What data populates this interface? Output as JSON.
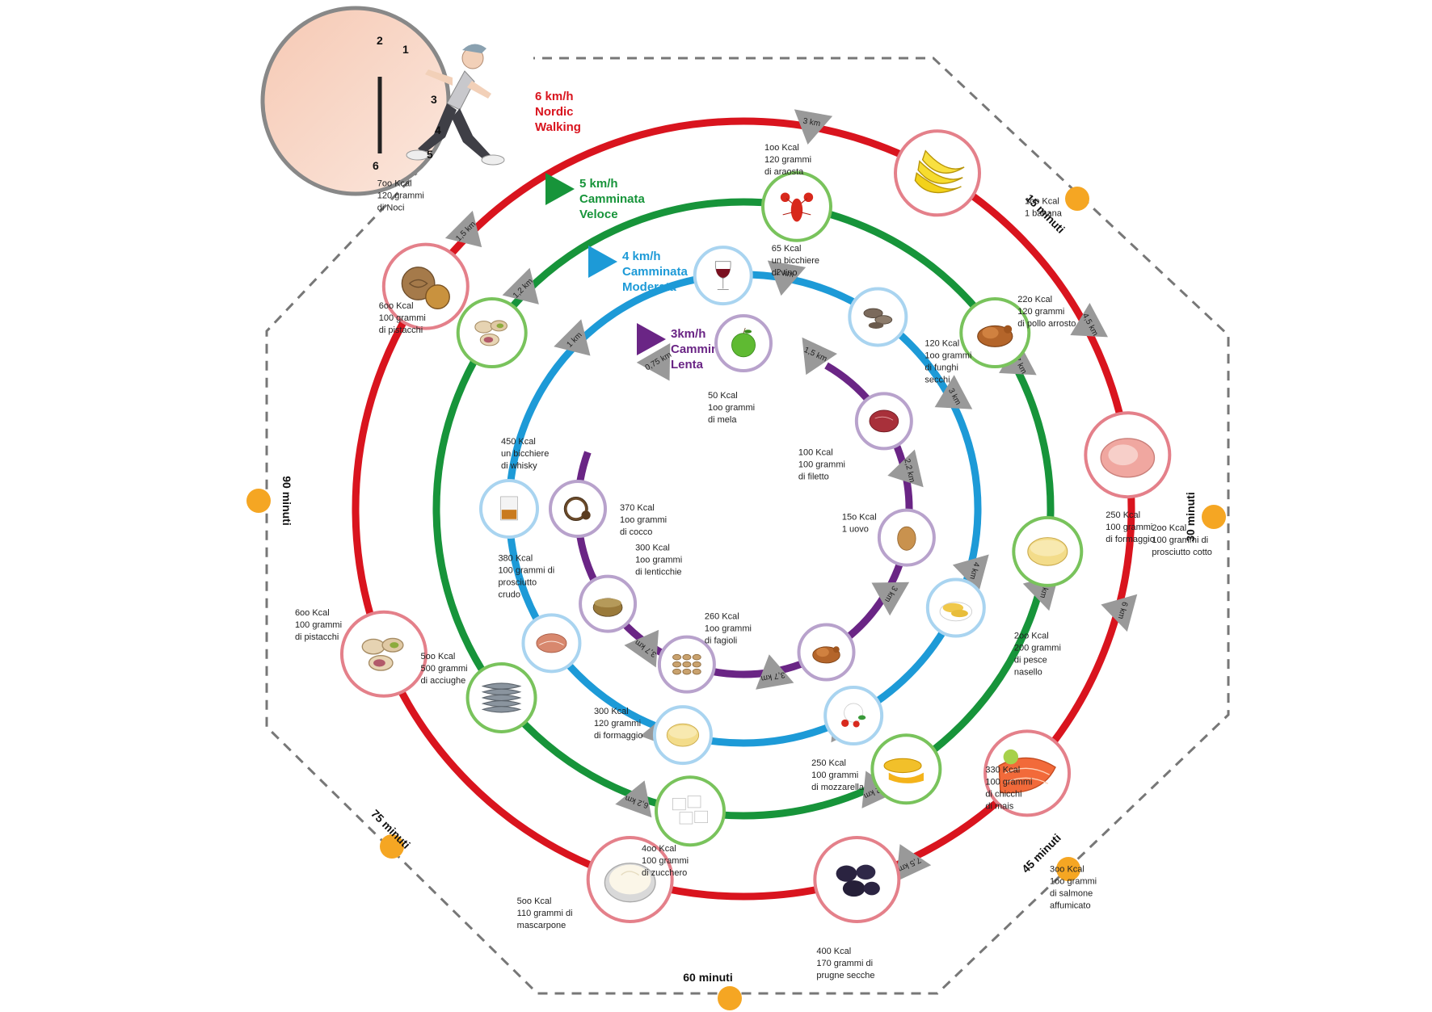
{
  "speeds": [
    {
      "lines": [
        "6 km/h",
        "Nordic",
        "Walking"
      ],
      "color": "#d9141e"
    },
    {
      "lines": [
        "5 km/h",
        "Camminata",
        "Veloce"
      ],
      "color": "#17943a"
    },
    {
      "lines": [
        "4 km/h",
        "Camminata",
        "Moderata"
      ],
      "color": "#1d9ad7"
    },
    {
      "lines": [
        "3km/h",
        "Camminata",
        "Lenta"
      ],
      "color": "#6a2585"
    }
  ],
  "time_markers": [
    "15 minuti",
    "30 minuti",
    "45 minuti",
    "60 minuti",
    "75 minuti",
    "90 minuti"
  ],
  "clock_numbers": [
    "1",
    "2",
    "3",
    "4",
    "5",
    "6"
  ],
  "distances": {
    "red": [
      "1,5 km",
      "3 km",
      "4,5 km",
      "6 km",
      "7,5 km",
      "7,5 km"
    ],
    "green": [
      "1,2 km",
      "2,5 km",
      "3,7 km",
      "5 km",
      "6,2 km",
      "6,2 km"
    ],
    "blue": [
      "1 km",
      "2 km",
      "3 km",
      "4 km",
      "5 km",
      "5 km"
    ],
    "purple": [
      "0,75 km",
      "1,5 km",
      "2,2 km",
      "3 km",
      "3,7 km",
      "3,7 km"
    ]
  },
  "foods": {
    "red": [
      {
        "icon": "banana-icon",
        "label": [
          "1oo Kcal",
          "1 banana"
        ]
      },
      {
        "icon": "ham-icon",
        "label": [
          "2oo Kcal",
          "100 grammi di",
          "prosciutto cotto"
        ]
      },
      {
        "icon": "salmon-icon",
        "label": [
          "3oo Kcal",
          "1oo grammi",
          "di salmone",
          "affumicato"
        ]
      },
      {
        "icon": "prunes-icon",
        "label": [
          "400 Kcal",
          "170 grammi di",
          "prugne secche"
        ]
      },
      {
        "icon": "mascarpone-icon",
        "label": [
          "5oo Kcal",
          "110 grammi di",
          "mascarpone"
        ]
      },
      {
        "icon": "pistachio-icon",
        "label": [
          "6oo Kcal",
          "100 grammi",
          "di pistacchi"
        ]
      },
      {
        "icon": "walnut-icon",
        "label": [
          "7oo Kcal",
          "120 grammi",
          "di Noci"
        ]
      }
    ],
    "green": [
      {
        "icon": "lobster-icon",
        "label": [
          "1oo Kcal",
          "120 grammi",
          "di araosta"
        ]
      },
      {
        "icon": "roast-chicken-icon",
        "label": [
          "22o Kcal",
          "120 grammi",
          "di pollo arrosto"
        ]
      },
      {
        "icon": "cheese-icon",
        "label": [
          "250 Kcal",
          "100 grammi",
          "di formaggio"
        ]
      },
      {
        "icon": "corn-icon",
        "label": [
          "330 Kcal",
          "100 grammi",
          "di chicchi",
          "di mais"
        ]
      },
      {
        "icon": "sugar-icon",
        "label": [
          "4oo Kcal",
          "100 grammi",
          "di zucchero"
        ]
      },
      {
        "icon": "anchovies-icon",
        "label": [
          "5oo Kcal",
          "500 grammi",
          "di acciughe"
        ]
      },
      {
        "icon": "pistachio-icon",
        "label": [
          "6oo Kcal",
          "100 grammi",
          "di pistacchi"
        ]
      }
    ],
    "blue": [
      {
        "icon": "wine-glass-icon",
        "label": [
          "65 Kcal",
          "un bicchiere",
          "di vino"
        ]
      },
      {
        "icon": "mushrooms-icon",
        "label": [
          "120 Kcal",
          "1oo grammi",
          "di funghi",
          "secchi"
        ]
      },
      {
        "icon": "fish-fillet-icon",
        "label": [
          "2oo Kcal",
          "200 grammi",
          "di pesce",
          "nasello"
        ]
      },
      {
        "icon": "mozzarella-icon",
        "label": [
          "250 Kcal",
          "100 grammi",
          "di mozzarella"
        ]
      },
      {
        "icon": "cheese-icon",
        "label": [
          "300 Kcal",
          "120 grammi",
          "di formaggio"
        ]
      },
      {
        "icon": "prosciutto-icon",
        "label": [
          "380 Kcal",
          "100 grammi di",
          "prosciutto",
          "crudo"
        ]
      },
      {
        "icon": "whisky-icon",
        "label": [
          "450 Kcal",
          "un bicchiere",
          "di whisky"
        ]
      }
    ],
    "purple": [
      {
        "icon": "apple-icon",
        "label": [
          "50 Kcal",
          "1oo grammi",
          "di mela"
        ]
      },
      {
        "icon": "steak-icon",
        "label": [
          "100 Kcal",
          "100 grammi",
          "di filetto"
        ]
      },
      {
        "icon": "egg-icon",
        "label": [
          "15o Kcal",
          "1 uovo"
        ]
      },
      {
        "icon": "chicken-icon",
        "label": []
      },
      {
        "icon": "beans-icon",
        "label": [
          "260 Kcal",
          "1oo grammi",
          "di fagioli"
        ]
      },
      {
        "icon": "lentils-icon",
        "label": [
          "300 Kcal",
          "1oo grammi",
          "di lenticchie"
        ]
      },
      {
        "icon": "coconut-icon",
        "label": [
          "370 Kcal",
          "1oo grammi",
          "di cocco"
        ]
      }
    ]
  }
}
